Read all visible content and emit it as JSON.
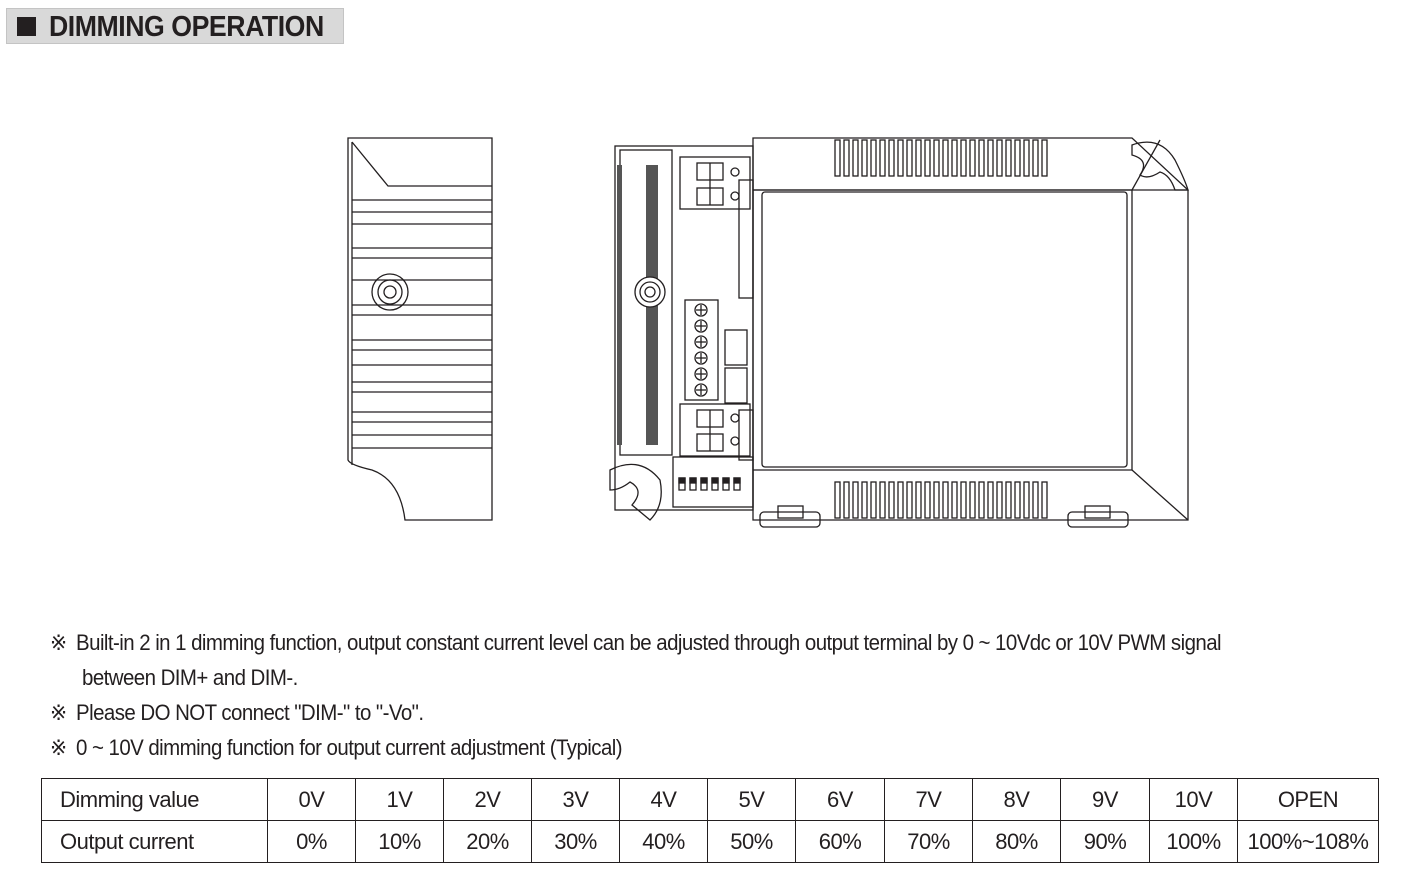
{
  "header": {
    "title": "DIMMING OPERATION"
  },
  "notes": {
    "marker": "※",
    "line1": "Built-in 2 in 1 dimming function, output constant current level can be adjusted through output terminal by 0 ~ 10Vdc or 10V PWM signal",
    "line1_cont": "between DIM+ and DIM-.",
    "line2": "Please DO NOT connect \"DIM-\" to \"-Vo\".",
    "line3": "0 ~ 10V dimming function for output current adjustment (Typical)"
  },
  "table": {
    "row1_label": "Dimming value",
    "row2_label": "Output current",
    "dimming_values": [
      "0V",
      "1V",
      "2V",
      "3V",
      "4V",
      "5V",
      "6V",
      "7V",
      "8V",
      "9V",
      "10V",
      "OPEN"
    ],
    "output_currents": [
      "0%",
      "10%",
      "20%",
      "30%",
      "40%",
      "50%",
      "60%",
      "70%",
      "80%",
      "90%",
      "100%",
      "100%~108%"
    ]
  }
}
